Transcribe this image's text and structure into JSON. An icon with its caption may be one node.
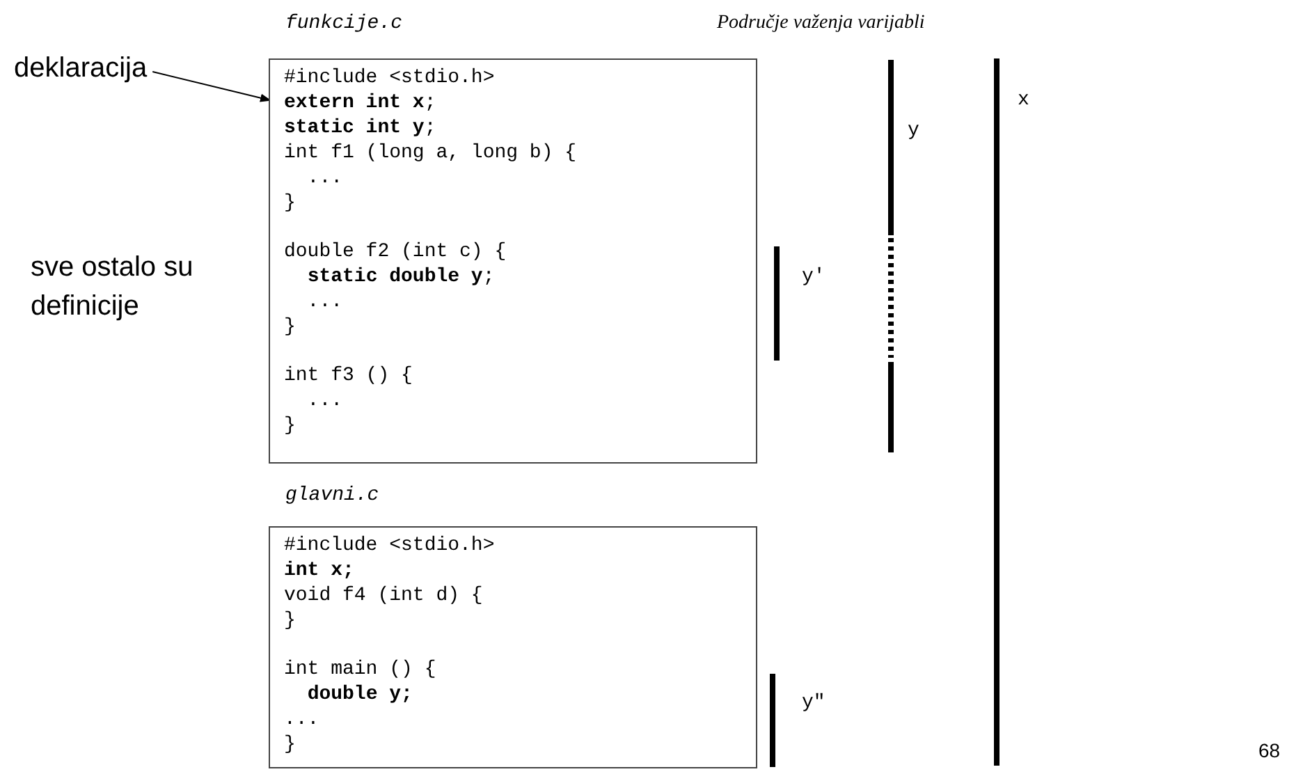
{
  "diagram": {
    "nodes": [
      {
        "text": [
          "deklaracija"
        ]
      },
      {
        "text": [
          "funkcije.c",
          "#include <stdio.h>",
          "**extern int x**;",
          "**static int y**;",
          "int f1 (long a, long b) {",
          "  ...",
          "}",
          "double f2 (int c) {",
          "  **static double y**;",
          "  ...",
          "}",
          "int f3 () {",
          "  ...",
          "}"
        ]
      },
      {
        "text": [
          "glavni.c",
          "#include <stdio.h>",
          "**int x;**",
          "void f4 (int d) {",
          "}",
          "int main () {",
          "  **double y;**",
          "...",
          "}"
        ]
      }
    ],
    "edges": [
      {
        "from": 0,
        "to": 1,
        "arrow": "to"
      }
    ],
    "labels": [
      "Područje važenja varijabli",
      "x",
      "y",
      "sve ostalo su definicije",
      "y'",
      "y\"",
      "68"
    ]
  }
}
